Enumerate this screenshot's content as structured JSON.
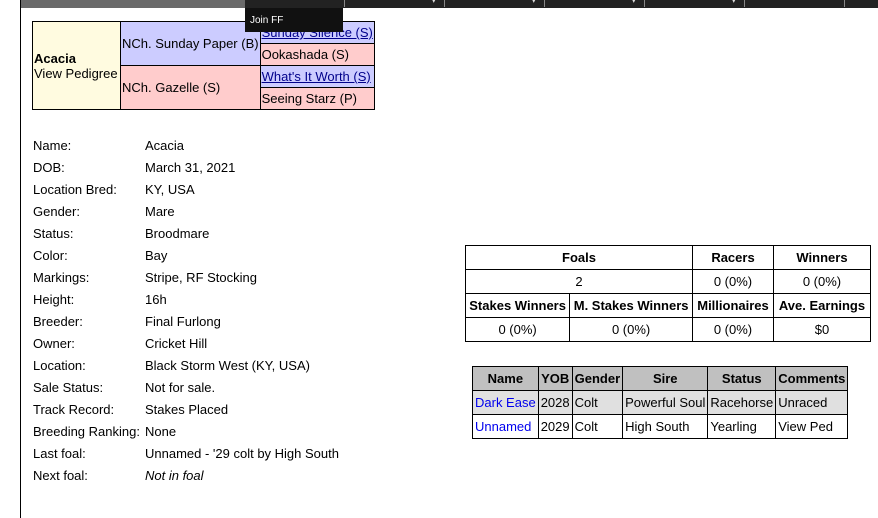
{
  "nav": {
    "join_label": "Join FF",
    "menu_chevron": "▾"
  },
  "pedigree": {
    "horse": "Acacia",
    "view_pedigree": "View Pedigree",
    "sire": "NCh. Sunday Paper (B)",
    "dam": "NCh. Gazelle (S)",
    "sire_sire": "Sunday Silence (S)",
    "sire_dam": "Ookashada (S)",
    "dam_sire": "What's It Worth (S)",
    "dam_dam": "Seeing Starz (P)"
  },
  "info": [
    {
      "label": "Name:",
      "value": "Acacia"
    },
    {
      "label": "DOB:",
      "value": "March 31, 2021"
    },
    {
      "label": "Location Bred:",
      "value": "KY, USA"
    },
    {
      "label": "Gender:",
      "value": "Mare"
    },
    {
      "label": "Status:",
      "value": "Broodmare"
    },
    {
      "label": "Color:",
      "value": "Bay"
    },
    {
      "label": "Markings:",
      "value": "Stripe, RF Stocking"
    },
    {
      "label": "Height:",
      "value": "16h"
    },
    {
      "label": "Breeder:",
      "value": "Final Furlong"
    },
    {
      "label": "Owner:",
      "value": "Cricket Hill"
    },
    {
      "label": "Location:",
      "value": "Black Storm West (KY, USA)"
    },
    {
      "label": "Sale Status:",
      "value": "Not for sale."
    },
    {
      "label": "Track Record:",
      "value": "Stakes Placed"
    },
    {
      "label": "Breeding Ranking:",
      "value": "None"
    },
    {
      "label": "Last foal:",
      "value": "Unnamed - '29 colt by High South"
    },
    {
      "label": "Next foal:",
      "value": "Not in foal"
    }
  ],
  "stats": {
    "foals_h": "Foals",
    "racers_h": "Racers",
    "winners_h": "Winners",
    "foals": "2",
    "racers": "0 (0%)",
    "winners": "0 (0%)",
    "stakes_winners_h": "Stakes Winners",
    "m_stakes_winners_h": "M. Stakes Winners",
    "millionaires_h": "Millionaires",
    "ave_earnings_h": "Ave. Earnings",
    "stakes_winners": "0 (0%)",
    "m_stakes_winners": "0 (0%)",
    "millionaires": "0 (0%)",
    "ave_earnings": "$0"
  },
  "offspring": {
    "headers": [
      "Name",
      "YOB",
      "Gender",
      "Sire",
      "Status",
      "Comments"
    ],
    "rows": [
      [
        "Dark Ease",
        "2028",
        "Colt",
        "Powerful Soul",
        "Racehorse",
        "Unraced"
      ],
      [
        "Unnamed",
        "2029",
        "Colt",
        "High South",
        "Yearling",
        "View Ped"
      ]
    ]
  }
}
